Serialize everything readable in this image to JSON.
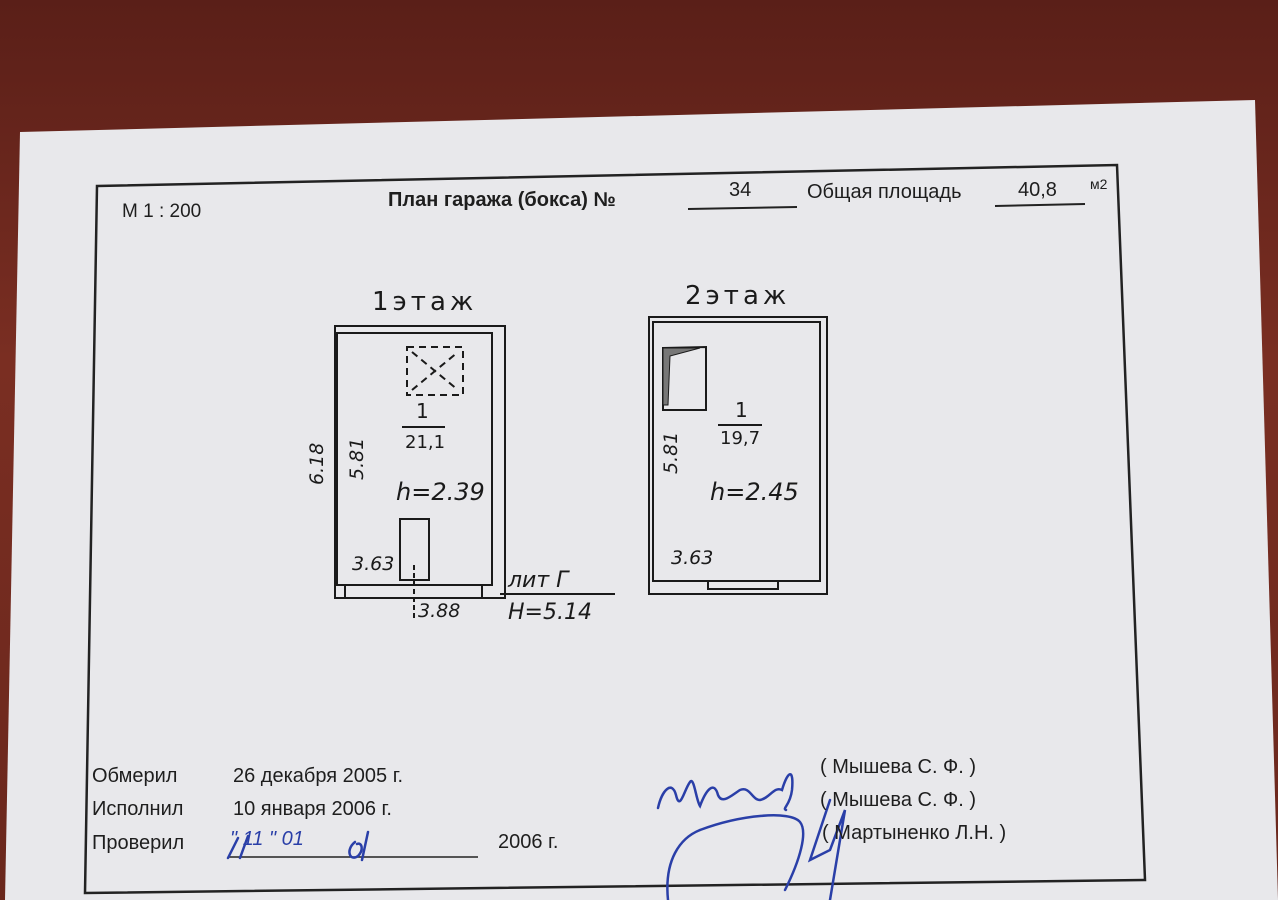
{
  "header": {
    "scale": "М 1 : 200",
    "title": "План гаража (бокса) №",
    "box_number": "34",
    "area_label": "Общая площадь",
    "area_value": "40,8",
    "area_unit": "м2"
  },
  "floor1": {
    "title": "1этаж",
    "room_number": "1",
    "room_area": "21,1",
    "outer_length": "6.18",
    "inner_length": "5.81",
    "height": "h=2.39",
    "inner_width": "3.63",
    "outer_width": "3.88",
    "litera": "лит Г",
    "total_height": "H=5.14"
  },
  "floor2": {
    "title": "2этаж",
    "room_number": "1",
    "room_area": "19,7",
    "inner_length": "5.81",
    "height": "h=2.45",
    "inner_width": "3.63"
  },
  "footer": {
    "rows": [
      {
        "label": "Обмерил",
        "value": "26 декабря 2005 г.",
        "name": "( Мышева С. Ф. )"
      },
      {
        "label": "Исполнил",
        "value": "10 января 2006 г.",
        "name": "( Мышева С. Ф. )"
      },
      {
        "label": "Проверил",
        "value": "\"  11   \"   01",
        "name": "( Мартыненко Л.Н. )"
      }
    ],
    "checked_year": "2006 г."
  },
  "colors": {
    "ink": "#1e1e1e",
    "pen": "#2a3fa8",
    "paper": "#e9e9ec",
    "cloth": "#6b2a1f"
  }
}
